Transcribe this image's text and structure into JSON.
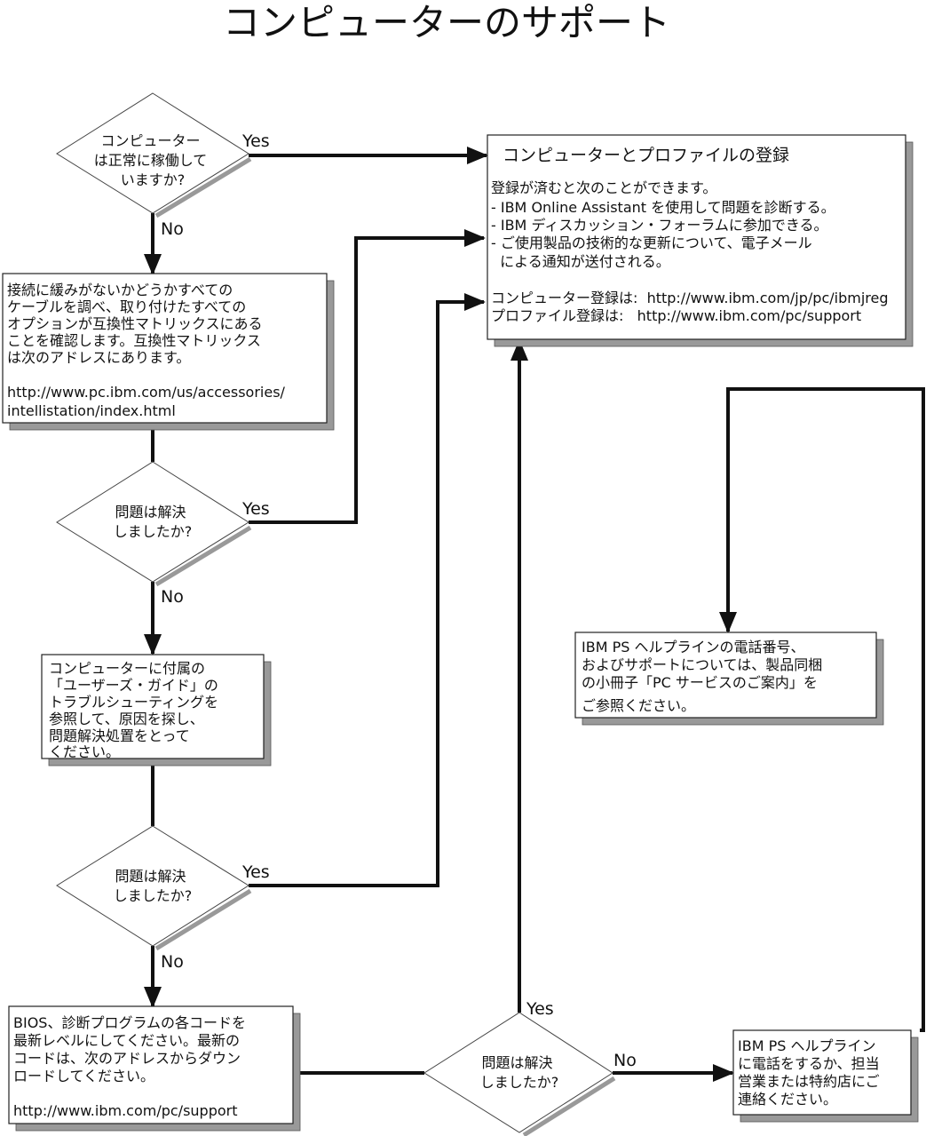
{
  "title": "コンピューターのサポート",
  "decisions": [
    {
      "lines": [
        "コンピューター",
        "は正常に稼働して",
        "いますか?"
      ],
      "yes": "Yes",
      "no": "No"
    },
    {
      "lines": [
        "問題は解決",
        "しましたか?"
      ],
      "yes": "Yes",
      "no": "No"
    },
    {
      "lines": [
        "問題は解決",
        "しましたか?"
      ],
      "yes": "Yes",
      "no": "No"
    },
    {
      "lines": [
        "問題は解決",
        "しましたか?"
      ],
      "yes": "Yes",
      "no": "No"
    }
  ],
  "register_box": {
    "heading": "コンピューターとプロファイルの登録",
    "lines": [
      "登録が済むと次のことができます。",
      "- IBM Online Assistant を使用して問題を診断する。",
      "- IBM ディスカッション・フォーラムに参加できる。",
      "- ご使用製品の技術的な更新について、電子メール",
      "  による通知が送付される。",
      "",
      "コンピューター登録は:  http://www.ibm.com/jp/pc/ibmjreg",
      "プロファイル登録は:   http://www.ibm.com/pc/support"
    ]
  },
  "cable_box": {
    "lines": [
      "接続に緩みがないかどうかすべての",
      "ケーブルを調べ、取り付けたすべての",
      "オプションが互換性マトリックスにある",
      "ことを確認します。互換性マトリックス",
      "は次のアドレスにあります。",
      "",
      "http://www.pc.ibm.com/us/accessories/",
      "intellistation/index.html"
    ]
  },
  "guide_box": {
    "lines": [
      "コンピューターに付属の",
      "「ユーザーズ・ガイド」の",
      "トラブルシューティングを",
      "参照して、原因を探し、",
      "問題解決処置をとって",
      "ください。"
    ]
  },
  "bios_box": {
    "lines": [
      "BIOS、診断プログラムの各コードを",
      "最新レベルにしてください。最新の",
      "コードは、次のアドレスからダウン",
      "ロードしてください。",
      "",
      "http://www.ibm.com/pc/support"
    ]
  },
  "helpline_info_box": {
    "lines": [
      "IBM PS ヘルプラインの電話番号、",
      "およびサポートについては、製品同梱",
      "の小冊子「PC サービスのご案内」を",
      "ご参照ください。"
    ]
  },
  "helpline_call_box": {
    "lines": [
      "IBM PS ヘルプライン",
      "に電話をするか、担当",
      "営業または特約店にご",
      "連絡ください。"
    ]
  }
}
